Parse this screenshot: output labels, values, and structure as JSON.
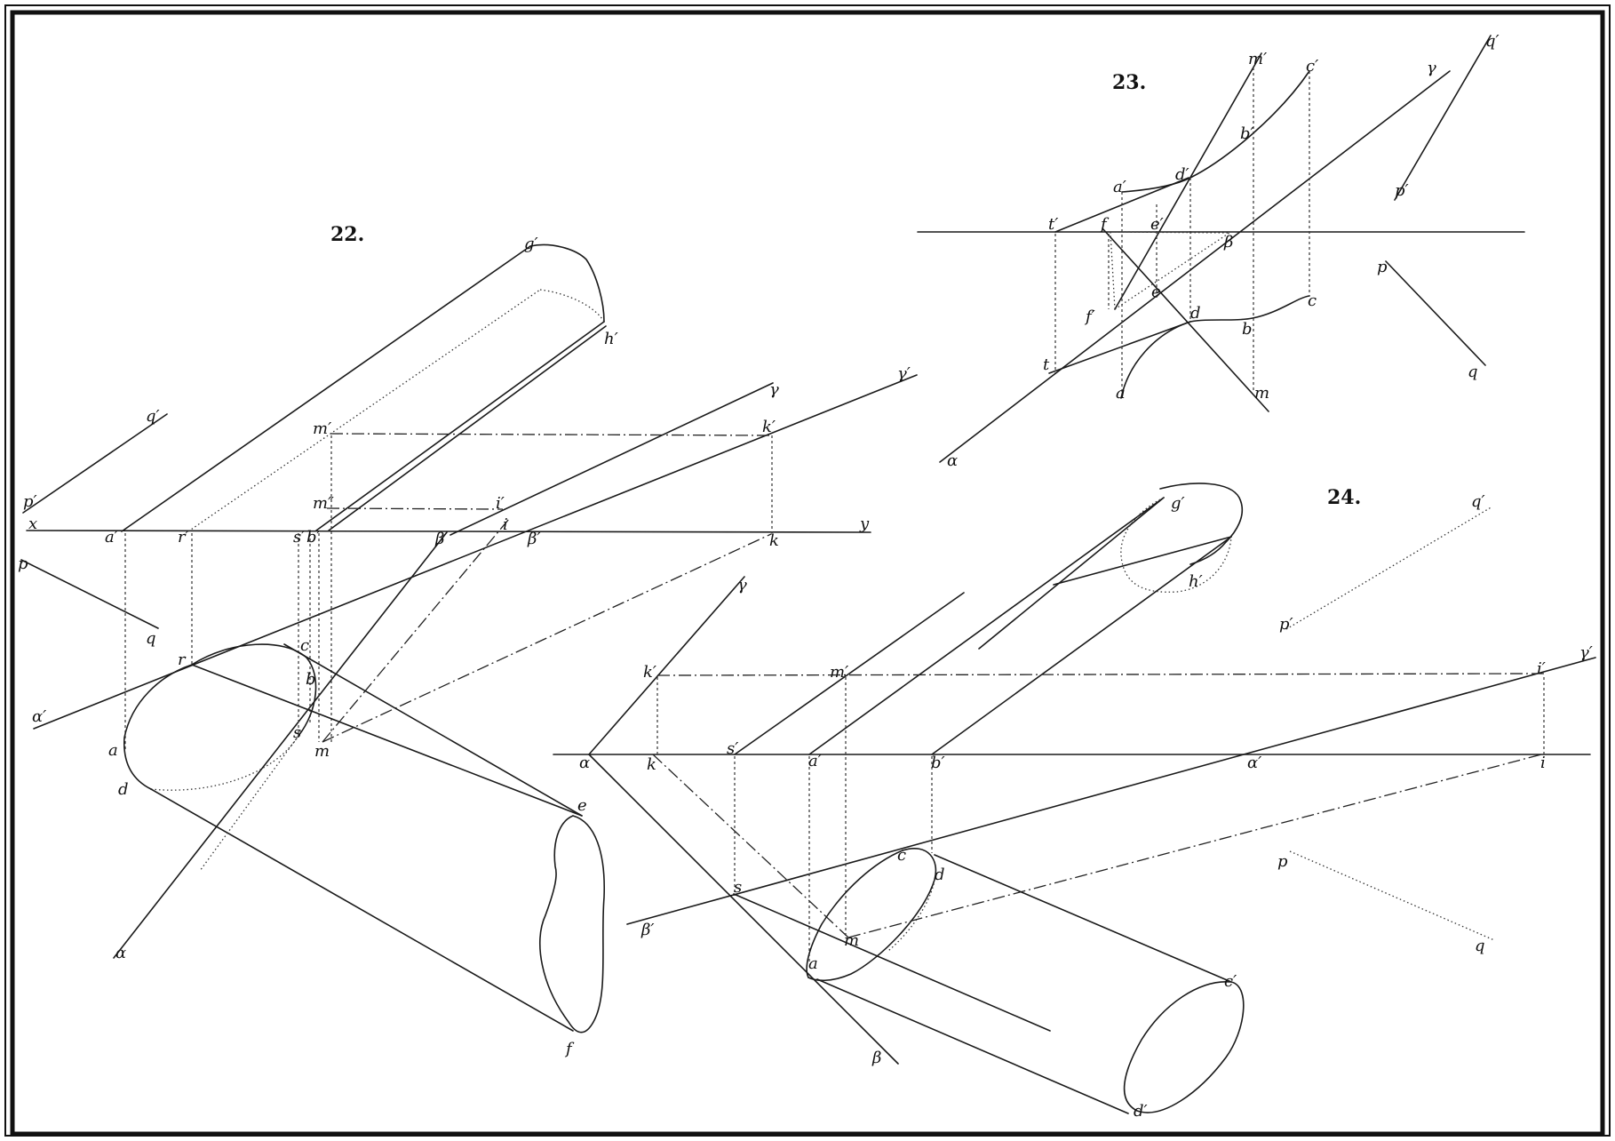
{
  "figures": {
    "fig22": {
      "number": "22.",
      "labels": {
        "q_prime": "q′",
        "p_prime": "p′",
        "x": "x",
        "a_prime": "a′",
        "r_prime": "r′",
        "s_prime": "s′",
        "b_prime": "b′",
        "beta": "β",
        "i": "i",
        "beta_prime": "β′",
        "k": "k",
        "y": "y",
        "p": "p",
        "q": "q",
        "m_prime": "m′",
        "k_prime": "k′",
        "m_second": "m″",
        "i_prime": "i′",
        "g_prime": "g′",
        "h_prime": "h′",
        "gamma": "γ",
        "gamma_prime": "γ′",
        "alpha_prime": "α′",
        "r": "r",
        "c": "c",
        "b": "b",
        "a": "a",
        "s": "s",
        "m": "m",
        "d": "d",
        "e": "e",
        "f": "f",
        "alpha": "α"
      }
    },
    "fig23": {
      "number": "23.",
      "labels": {
        "m_prime": "m′",
        "c_prime": "c′",
        "gamma": "γ",
        "q_prime": "q′",
        "b_prime": "b′",
        "a_prime": "a′",
        "d_prime": "d′",
        "p_prime": "p′",
        "t_prime": "t′",
        "f": "f",
        "e_prime": "e′",
        "beta": "β",
        "p": "p",
        "f_prime": "f′",
        "e": "e",
        "d": "d",
        "c": "c",
        "b": "b",
        "t": "t",
        "a": "a",
        "m": "m",
        "q": "q",
        "alpha": "α"
      }
    },
    "fig24": {
      "number": "24.",
      "labels": {
        "g_prime": "g′",
        "h_prime": "h′",
        "q_prime": "q′",
        "p_prime": "p′",
        "gamma": "γ",
        "k_prime": "k′",
        "m_prime": "m′",
        "i_prime": "i′",
        "gamma_prime": "γ′",
        "alpha": "α",
        "k": "k",
        "s_prime": "s′",
        "a_prime": "a′",
        "b_prime": "b′",
        "alpha_prime": "α′",
        "i": "i",
        "c": "c",
        "d": "d",
        "p": "p",
        "s": "s",
        "beta_prime": "β′",
        "m": "m",
        "a": "a",
        "q": "q",
        "c_prime": "c′",
        "beta": "β",
        "d_prime": "d′"
      }
    }
  }
}
